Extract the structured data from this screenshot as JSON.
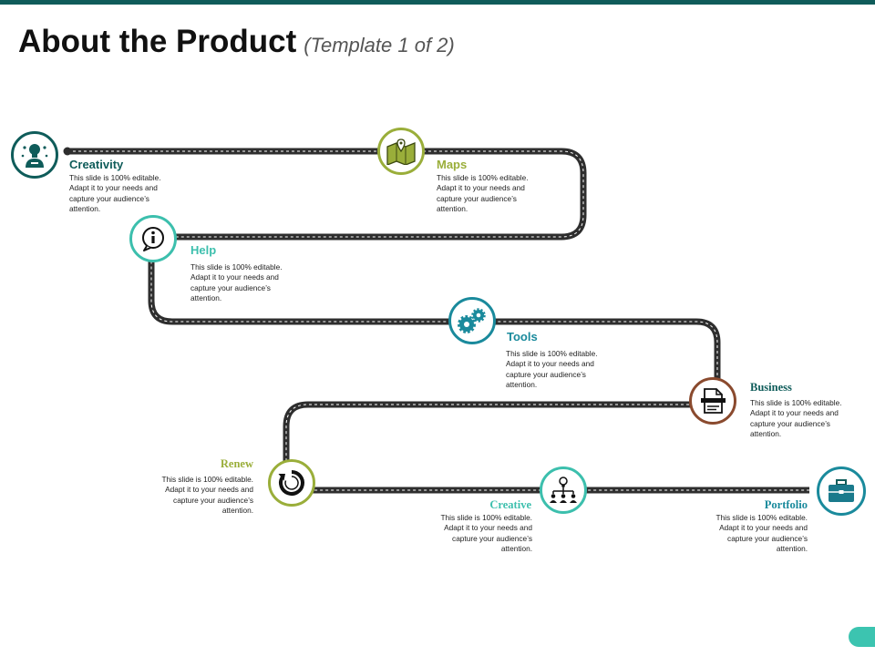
{
  "page": {
    "title": "About the Product",
    "subtitle": "(Template 1 of 2)"
  },
  "colors": {
    "teal": "#0f5c5a",
    "green": "#9aae3a",
    "aqua": "#3cbfad",
    "cyan": "#1a8a9c",
    "rust": "#8a4a2e",
    "road": "#2e2e2e"
  },
  "steps": [
    {
      "title": "Creativity",
      "desc": "This slide is 100% editable. Adapt it to your needs and capture your audience’s attention.",
      "icon": "lightbulb-head-icon"
    },
    {
      "title": "Maps",
      "desc": "This slide is 100% editable. Adapt it to your needs and capture your audience’s attention.",
      "icon": "map-pin-icon"
    },
    {
      "title": "Help",
      "desc": "This slide is 100% editable. Adapt it to your needs and capture your audience’s attention.",
      "icon": "info-bubble-icon"
    },
    {
      "title": "Tools",
      "desc": "This slide is 100% editable. Adapt it to your needs and capture your audience’s attention.",
      "icon": "gears-icon"
    },
    {
      "title": "Business",
      "desc": "This slide is 100% editable. Adapt it to your needs and capture your audience’s attention.",
      "icon": "document-icon"
    },
    {
      "title": "Renew",
      "desc": "This slide is 100% editable. Adapt it to your needs and capture your audience’s attention.",
      "icon": "refresh-icon"
    },
    {
      "title": "Creative",
      "desc": "This slide is 100% editable. Adapt it to your needs and capture your audience’s attention.",
      "icon": "idea-network-icon"
    },
    {
      "title": "Portfolio",
      "desc": "This slide is 100% editable. Adapt it to your needs and capture your audience’s attention.",
      "icon": "briefcase-icon"
    }
  ]
}
